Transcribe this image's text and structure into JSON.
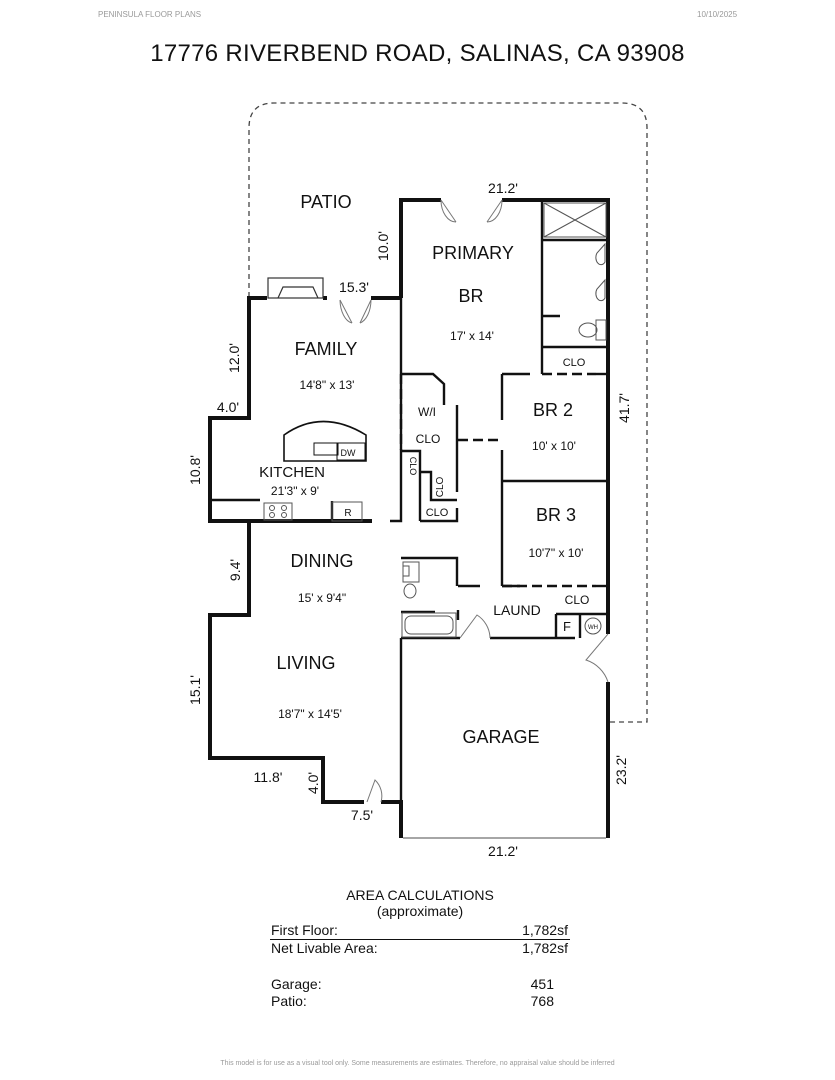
{
  "header": {
    "company": "PENINSULA FLOOR PLANS",
    "date": "10/10/2025"
  },
  "title": "17776 RIVERBEND ROAD, SALINAS, CA 93908",
  "rooms": {
    "patio": "PATIO",
    "primary_line1": "PRIMARY",
    "primary_line2": "BR",
    "primary_size": "17' x 14'",
    "family": "FAMILY",
    "family_size": "14'8\" x 13'",
    "wi_line1": "W/I",
    "wi_line2": "CLO",
    "br2": "BR 2",
    "br2_size": "10' x 10'",
    "kitchen": "KITCHEN",
    "kitchen_size": "21'3\" x 9'",
    "dw": "DW",
    "clo_vertical": "CLO",
    "clo_a": "CLO",
    "clo_b": "CLO",
    "clo_c": "CLO",
    "clo_d": "CLO",
    "refrigerator": "R",
    "br3": "BR 3",
    "br3_size": "10'7\" x 10'",
    "dining": "DINING",
    "dining_size": "15' x 9'4\"",
    "laund": "LAUND",
    "furnace": "F",
    "water_heater": "WH",
    "living": "LIVING",
    "living_size": "18'7\" x 14'5'",
    "garage": "GARAGE"
  },
  "dimensions": {
    "top_width": "21.2'",
    "patio_depth": "10.0'",
    "patio_width": "15.3'",
    "right_depth": "41.7'",
    "family_left": "12.0'",
    "jog": "4.0'",
    "kitchen_left": "10.8'",
    "dining_left": "9.4'",
    "living_left": "15.1'",
    "bottom_left": "11.8'",
    "bottom_jog": "4.0'",
    "entry_width": "7.5'",
    "garage_width": "21.2'",
    "garage_depth": "23.2'"
  },
  "area_calculations": {
    "title": "AREA CALCULATIONS",
    "subtitle": "(approximate)",
    "rows": [
      {
        "label": "First Floor:",
        "value": "1,782sf"
      },
      {
        "label": "Net Livable Area:",
        "value": "1,782sf"
      },
      {
        "label": "Garage:",
        "value": "451"
      },
      {
        "label": "Patio:",
        "value": "768"
      }
    ]
  },
  "footer": "This model is for use as a visual tool only. Some measurements are estimates. Therefore, no appraisal value should be inferred"
}
